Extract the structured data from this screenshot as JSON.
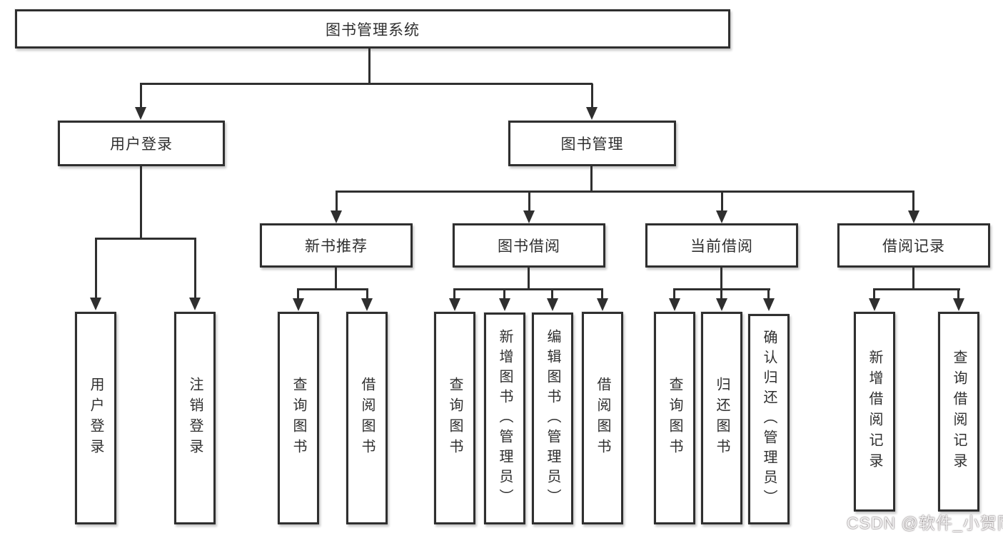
{
  "tree": {
    "label": "图书管理系统",
    "children": [
      {
        "label": "用户登录",
        "children": [
          {
            "label": "用户登录"
          },
          {
            "label": "注销登录"
          }
        ]
      },
      {
        "label": "图书管理",
        "children": [
          {
            "label": "新书推荐",
            "children": [
              {
                "label": "查询图书"
              },
              {
                "label": "借阅图书"
              }
            ]
          },
          {
            "label": "图书借阅",
            "children": [
              {
                "label": "查询图书"
              },
              {
                "label": "新增图书（管理员）"
              },
              {
                "label": "编辑图书（管理员）"
              },
              {
                "label": "借阅图书"
              }
            ]
          },
          {
            "label": "当前借阅",
            "children": [
              {
                "label": "查询图书"
              },
              {
                "label": "归还图书"
              },
              {
                "label": "确认归还（管理员）"
              }
            ]
          },
          {
            "label": "借阅记录",
            "children": [
              {
                "label": "新增借阅记录"
              },
              {
                "label": "查询借阅记录"
              }
            ]
          }
        ]
      }
    ]
  },
  "watermark": {
    "text": "CSDN @软件_小贺同学"
  },
  "colors": {
    "line": "#2f2f2f",
    "background": "#ffffff",
    "watermark_halo": "#5a5052"
  }
}
